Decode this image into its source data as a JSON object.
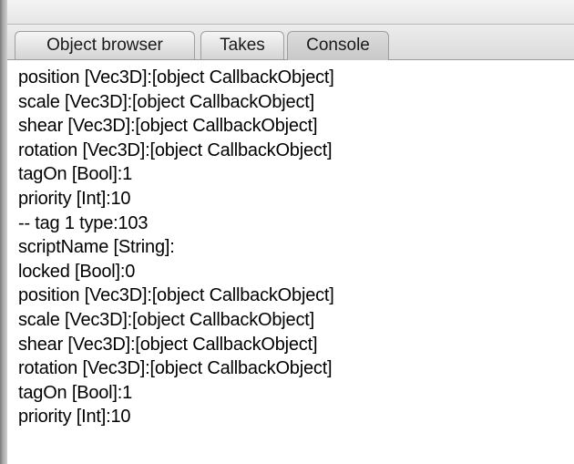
{
  "tabs": {
    "object_browser": "Object browser",
    "takes": "Takes",
    "console": "Console",
    "active": "console"
  },
  "console": {
    "lines": [
      "position [Vec3D]:[object CallbackObject]",
      "scale [Vec3D]:[object CallbackObject]",
      "shear [Vec3D]:[object CallbackObject]",
      "rotation [Vec3D]:[object CallbackObject]",
      "tagOn [Bool]:1",
      "priority [Int]:10",
      "-- tag 1 type:103",
      "scriptName [String]:",
      "locked [Bool]:0",
      "position [Vec3D]:[object CallbackObject]",
      "scale [Vec3D]:[object CallbackObject]",
      "shear [Vec3D]:[object CallbackObject]",
      "rotation [Vec3D]:[object CallbackObject]",
      "tagOn [Bool]:1",
      "priority [Int]:10"
    ]
  }
}
